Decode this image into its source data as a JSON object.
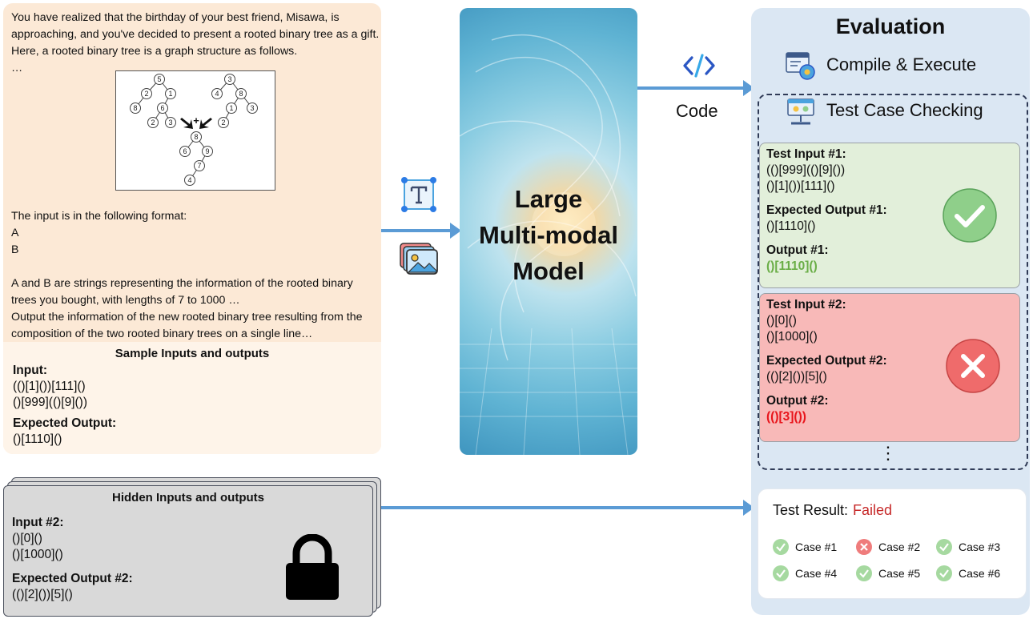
{
  "problem": {
    "intro": "You have realized that the birthday of your best friend, Misawa, is approaching, and you've decided to present a rooted binary tree as a gift. Here, a rooted binary tree is a graph structure as follows.",
    "ellipsis": "…",
    "format_lines": [
      "The input is in the following format:",
      "A",
      "B"
    ],
    "desc1": "A and B are strings representing the information of the rooted binary trees you bought, with lengths of 7 to 1000 …",
    "desc2": "Output the information of the new rooted binary tree resulting from the composition of the two rooted binary trees on a single line…",
    "tree_nodes": [
      "5",
      "2",
      "1",
      "8",
      "6",
      "2",
      "3",
      "3",
      "4",
      "8",
      "1",
      "3",
      "2",
      "8",
      "6",
      "9",
      "7",
      "4"
    ]
  },
  "sample": {
    "title": "Sample Inputs and outputs",
    "input_label": "Input:",
    "input_lines": [
      "(()[1]())[111]()",
      "()[999](()[9]())"
    ],
    "expected_label": "Expected Output:",
    "expected_lines": [
      "()[1110]()"
    ]
  },
  "hidden": {
    "title": "Hidden Inputs and outputs",
    "input_label": "Input #2:",
    "input_lines": [
      "()[0]()",
      "()[1000]()"
    ],
    "expected_label": "Expected Output #2:",
    "expected_lines": [
      "(()[2]())[5]()"
    ],
    "lock_icon": "lock-icon"
  },
  "model": {
    "title_lines": [
      "Large",
      "Multi-modal",
      "Model"
    ]
  },
  "code_label": "Code",
  "evaluation": {
    "title": "Evaluation",
    "compile_label": "Compile & Execute",
    "checking_label": "Test Case Checking",
    "case1": {
      "input_label": "Test Input #1:",
      "input_lines": [
        "(()[999](()[9]())",
        "()[1]())[111]()"
      ],
      "expected_label": "Expected Output #1:",
      "expected_lines": [
        "()[1110]()"
      ],
      "output_label": "Output #1:",
      "output": "()[1110]()",
      "status": "pass"
    },
    "case2": {
      "input_label": "Test Input #2:",
      "input_lines": [
        "()[0]()",
        "()[1000]()"
      ],
      "expected_label": "Expected Output #2:",
      "expected_lines": [
        "(()[2]())[5]()"
      ],
      "output_label": "Output #2:",
      "output": "(()[3]())",
      "status": "fail"
    },
    "more": "⋮",
    "result_label": "Test Result:",
    "result_value": "Failed",
    "cases": [
      {
        "label": "Case #1",
        "status": "pass"
      },
      {
        "label": "Case #2",
        "status": "fail"
      },
      {
        "label": "Case #3",
        "status": "pass"
      },
      {
        "label": "Case #4",
        "status": "pass"
      },
      {
        "label": "Case #5",
        "status": "pass"
      },
      {
        "label": "Case #6",
        "status": "pass"
      }
    ]
  },
  "colors": {
    "arrow": "#5b9bd5",
    "pass": "#8fcf8a",
    "fail": "#ef6b6b",
    "failed_text": "#c62828"
  }
}
